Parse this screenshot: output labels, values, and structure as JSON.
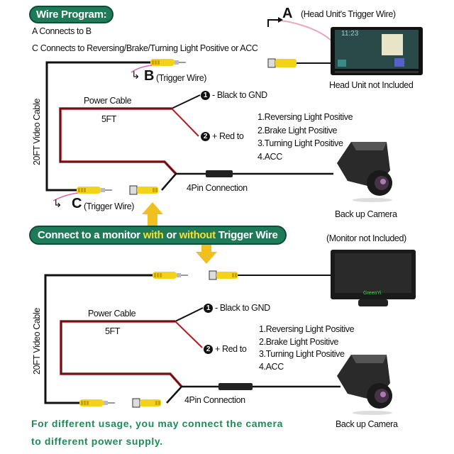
{
  "top": {
    "badge": "Wire Program:",
    "rule_a": "A Connects to B",
    "rule_c": "C Connects to Reversing/Brake/Turning Light Positive or ACC",
    "label_a": "A",
    "label_a_desc": "(Head Unit's Trigger Wire)",
    "head_unit_label": "Head Unit not Included",
    "head_unit_clock": "11:23",
    "label_b": "B",
    "label_b_desc": "(Trigger Wire)",
    "label_c": "C",
    "label_c_desc": "(Trigger Wire)",
    "video_cable": "20FT Video Cable",
    "power_cable": "Power Cable",
    "power_length": "5FT",
    "black_num": "1",
    "black_label": "- Black to GND",
    "red_num": "2",
    "red_label": "+ Red to",
    "options": [
      "1.Reversing Light Positive",
      "2.Brake Light Positive",
      "3.Turning Light Positive",
      "4.ACC"
    ],
    "pin_connection": "4Pin Connection",
    "camera_label": "Back up Camera"
  },
  "middle": {
    "banner_pre": "Connect to a monitor ",
    "banner_with": "with",
    "banner_or": " or ",
    "banner_without": "without",
    "banner_post": " Trigger Wire",
    "monitor_note": "(Monitor not Included)",
    "monitor_brand": "GreenYi"
  },
  "bottom": {
    "video_cable": "20FT Video Cable",
    "power_cable": "Power Cable",
    "power_length": "5FT",
    "black_num": "1",
    "black_label": "- Black to GND",
    "red_num": "2",
    "red_label": "+ Red to",
    "options": [
      "1.Reversing Light Positive",
      "2.Brake Light Positive",
      "3.Turning Light Positive",
      "4.ACC"
    ],
    "pin_connection": "4Pin Connection",
    "camera_label": "Back up Camera"
  },
  "footer": {
    "line1": "For different usage, you may connect the camera",
    "line2": "to different power supply."
  },
  "colors": {
    "badge_green": "#1f7a5a",
    "highlight_yellow": "#f2e032",
    "connector_yellow": "#f3d21b",
    "power_red": "#b01c22",
    "footer_green": "#1f8a5a",
    "arrow_yellow": "#f0c020"
  }
}
